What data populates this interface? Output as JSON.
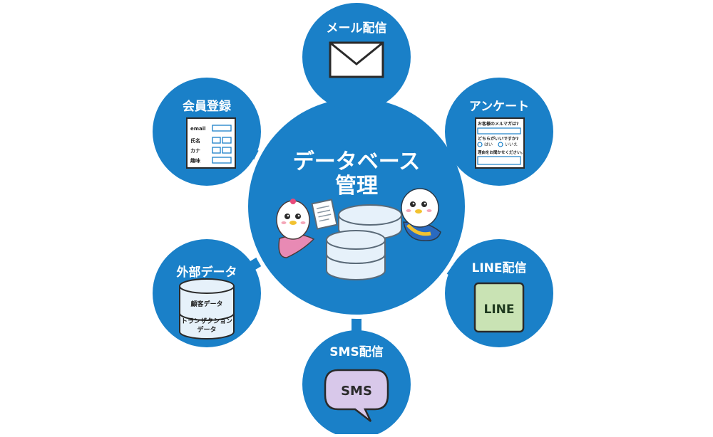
{
  "center": {
    "title_line1": "データベース",
    "title_line2": "管理"
  },
  "nodes": {
    "mail": {
      "label": "メール配信"
    },
    "survey": {
      "label": "アンケート",
      "question1": "お客様のメルマガは?",
      "question2": "どちらがいいですか?",
      "option_yes": "はい",
      "option_no": "いいえ",
      "question3": "理由をお聞かせください。"
    },
    "line": {
      "label": "LINE配信",
      "card_text": "LINE"
    },
    "sms": {
      "label": "SMS配信",
      "bubble_text": "SMS"
    },
    "external": {
      "label": "外部データ",
      "item1": "顧客データ",
      "item2_line1": "トランザクション",
      "item2_line2": "データ"
    },
    "member": {
      "label": "会員登録",
      "field1": "email",
      "field2": "氏名",
      "field3": "カナ",
      "field4": "趣味"
    }
  },
  "colors": {
    "circle_blue": "#1a80c8",
    "connector_blue": "#1a80c8",
    "line_green": "#1e8a3c",
    "sms_bubble": "#d8c8ea",
    "db_fill": "#e6f1fa"
  }
}
